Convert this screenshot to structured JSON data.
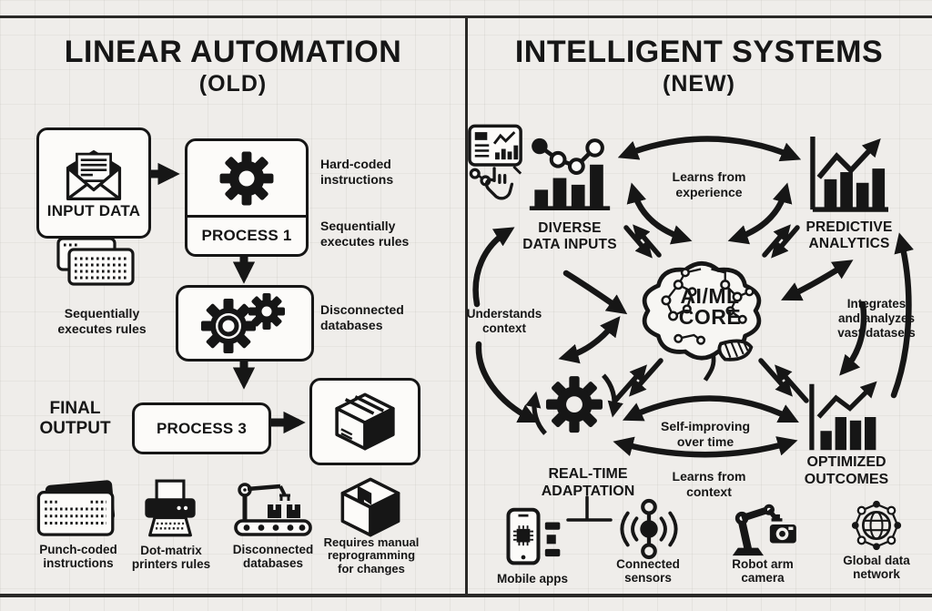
{
  "colors": {
    "ink": "#161616",
    "paper": "#efedea",
    "card": "#fcfbf9",
    "frame": "#2a2927"
  },
  "left": {
    "title": "LINEAR AUTOMATION",
    "subtitle": "(OLD)",
    "input_label": "INPUT DATA",
    "process1_label": "PROCESS 1",
    "process3_label": "PROCESS 3",
    "note_hard_coded": "Hard-coded\ninstructions",
    "note_sequential_right": "Sequentially\nexecutes rules",
    "note_sequential_left": "Sequentially\nexecutes rules",
    "note_disconnected": "Disconnected\ndatabases",
    "final_output_label": "FINAL\nOUTPUT",
    "legend": [
      {
        "icon": "punch-card-icon",
        "label": "Punch-coded\ninstructions"
      },
      {
        "icon": "dot-matrix-printer-icon",
        "label": "Dot-matrix\nprinters rules"
      },
      {
        "icon": "conveyor-icon",
        "label": "Disconnected\ndatabases"
      },
      {
        "icon": "package-box-icon",
        "label": "Requires manual\nreprogramming\nfor changes"
      }
    ]
  },
  "right": {
    "title": "INTELLIGENT SYSTEMS",
    "subtitle": "(NEW)",
    "core_label": "AI/ML\nCORE",
    "node_diverse": "DIVERSE\nDATA INPUTS",
    "node_predictive": "PREDICTIVE\nANALYTICS",
    "node_realtime": "REAL-TIME\nADAPTATION",
    "node_optimized": "OPTIMIZED\nOUTCOMES",
    "edge_learns_experience": "Learns from\nexperience",
    "edge_understands_context": "Understands\ncontext",
    "edge_integrates": "Integrates\nand analyzes\nvast datasets",
    "edge_self_improving": "Self-improving\nover time",
    "edge_learns_context": "Learns from\ncontext",
    "legend": [
      {
        "icon": "mobile-apps-icon",
        "label": "Mobile apps"
      },
      {
        "icon": "connected-sensors-icon",
        "label": "Connected\nsensors"
      },
      {
        "icon": "robot-arm-camera-icon",
        "label": "Robot arm\ncamera"
      },
      {
        "icon": "global-data-network-icon",
        "label": "Global data\nnetwork"
      }
    ]
  }
}
